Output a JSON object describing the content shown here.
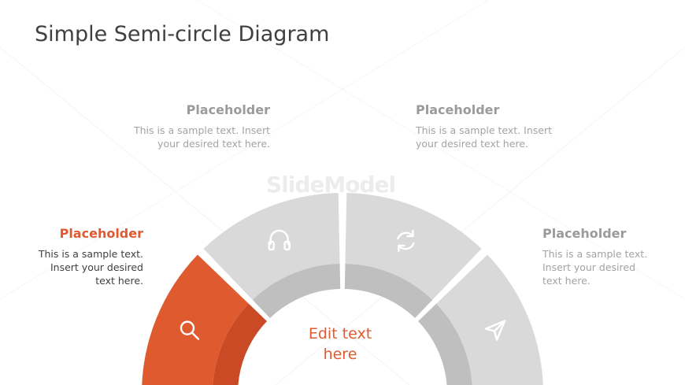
{
  "title": "Simple Semi-circle Diagram",
  "watermark": "SlideModel",
  "colors": {
    "accent": "#e05a2f",
    "accent_dark": "#c94a25",
    "segment": "#d9d9d9",
    "segment_inner": "#bfbfbf"
  },
  "segments": [
    {
      "label": "Placeholder",
      "text_lines": [
        "This is a sample text.",
        "Insert your desired",
        "text here."
      ],
      "icon": "search-icon",
      "highlighted": true
    },
    {
      "label": "Placeholder",
      "text_lines": [
        "This is a sample text. Insert",
        "your desired text here."
      ],
      "icon": "headphones-icon",
      "highlighted": false
    },
    {
      "label": "Placeholder",
      "text_lines": [
        "This is a sample text. Insert",
        "your desired text here."
      ],
      "icon": "refresh-icon",
      "highlighted": false
    },
    {
      "label": "Placeholder",
      "text_lines": [
        "This is a sample text.",
        "Insert your desired",
        "text here."
      ],
      "icon": "send-icon",
      "highlighted": false
    }
  ],
  "center_text": [
    "Edit text",
    "here"
  ]
}
